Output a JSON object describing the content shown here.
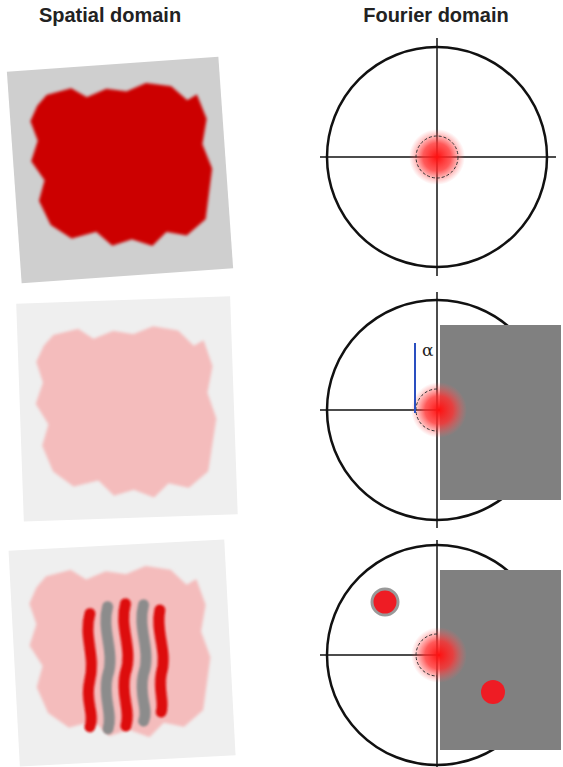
{
  "diagram": {
    "labels": [
      "Spatial domain",
      "Fourier domain",
      "α"
    ]
  }
}
